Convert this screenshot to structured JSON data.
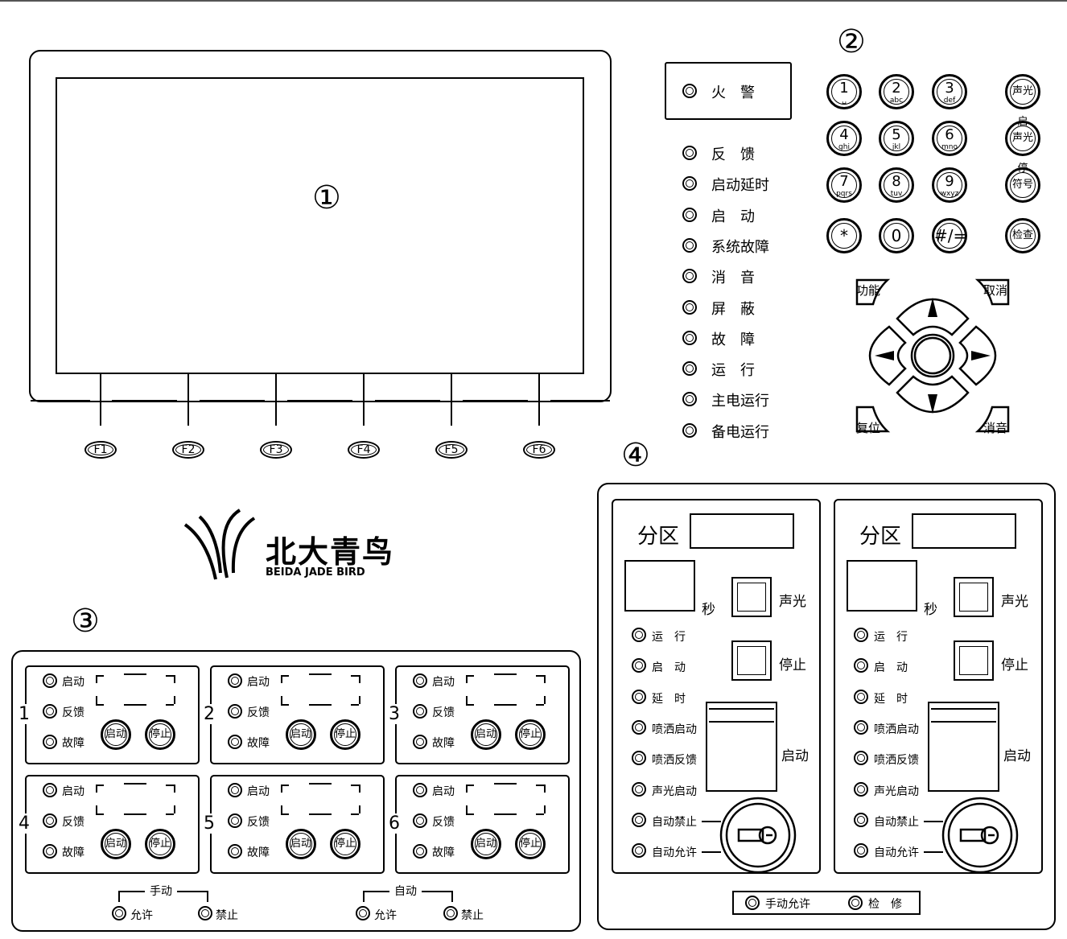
{
  "markers": {
    "m1": "①",
    "m2": "②",
    "m3": "③",
    "m4": "④"
  },
  "indicators": [
    {
      "label": "反　馈"
    },
    {
      "label": "启动延时"
    },
    {
      "label": "启　动"
    },
    {
      "label": "系统故障"
    },
    {
      "label": "消　音"
    },
    {
      "label": "屏　蔽"
    },
    {
      "label": "故　障"
    },
    {
      "label": "运　行"
    },
    {
      "label": "主电运行"
    },
    {
      "label": "备电运行"
    }
  ],
  "fire_alarm": {
    "label": "火　警"
  },
  "f_keys": [
    "F1",
    "F2",
    "F3",
    "F4",
    "F5",
    "F6"
  ],
  "keypad": {
    "digits": [
      {
        "d": "1",
        "s": "␣"
      },
      {
        "d": "2",
        "s": "abc"
      },
      {
        "d": "3",
        "s": "def"
      },
      {
        "d": "4",
        "s": "ghi"
      },
      {
        "d": "5",
        "s": "jkl"
      },
      {
        "d": "6",
        "s": "mno"
      },
      {
        "d": "7",
        "s": "pqrs"
      },
      {
        "d": "8",
        "s": "tuv"
      },
      {
        "d": "9",
        "s": "wxyz"
      },
      {
        "d": "*",
        "s": ""
      },
      {
        "d": "0",
        "s": ""
      },
      {
        "d": "#/=",
        "s": ""
      }
    ],
    "side": [
      "声光启",
      "声光停",
      "符号",
      "检查"
    ]
  },
  "nav": {
    "func": "功能",
    "cancel": "取消",
    "reset": "复位",
    "mute": "消音"
  },
  "logo": {
    "cn": "北大青鸟",
    "en": "BEIDA JADE BIRD"
  },
  "modules": {
    "led_labels": [
      "启动",
      "反馈",
      "故障"
    ],
    "btn_start": "启动",
    "btn_stop": "停止",
    "items": [
      {
        "num": "1"
      },
      {
        "num": "2"
      },
      {
        "num": "3"
      },
      {
        "num": "4"
      },
      {
        "num": "5"
      },
      {
        "num": "6"
      }
    ]
  },
  "mode_switch": {
    "manual": "手动",
    "auto": "自动",
    "allow": "允许",
    "forbid": "禁止"
  },
  "zones": {
    "title": "分区",
    "seconds": "秒",
    "sound_light": "声光",
    "stop": "停止",
    "start": "启动",
    "leds": [
      "运　行",
      "启　动",
      "延　时",
      "喷洒启动",
      "喷洒反馈",
      "声光启动",
      "自动禁止",
      "自动允许"
    ]
  },
  "bottom_bar": {
    "manual_allow": "手动允许",
    "maintenance": "检　修"
  }
}
